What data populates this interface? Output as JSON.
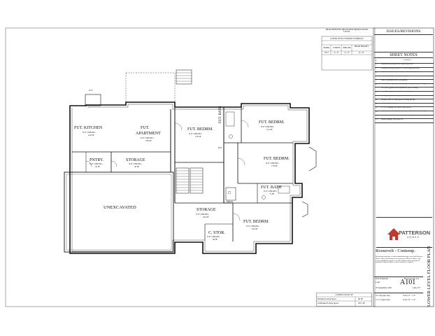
{
  "window_schedule": {
    "note": "HEAD HEIGHTS MEASURED FROM LOWER LEVEL",
    "title": "LOWER LEVEL WINDOW SCHEDULE",
    "headers": [
      "MARK",
      "WIDTH",
      "HEIGHT",
      "HEAD HEIGHT"
    ],
    "row": [
      "W17",
      "4' - 0\"",
      "3' - 0\"",
      "8' - 0\""
    ]
  },
  "rooms": {
    "kitchen": "FUT. KITCHEN",
    "kitchen_ceiling": "9'-0\" CEILING",
    "kitchen_area": "129 SF",
    "apartment_1": "FUT.",
    "apartment_2": "APARTMENT",
    "apartment_ceiling": "9'-0\" CEILING",
    "apartment_area": "378 SF",
    "pantry": "PNTRY.",
    "pantry_ceiling": "9'-0\" CEILING",
    "pantry_area": "32 SF",
    "storage_apt": "STORAGE",
    "storage_apt_ceiling": "9'-0\" CEILING",
    "storage_apt_area": "42 SF",
    "bedroom_a": "FUT. BEDRM.",
    "bedroom_a_ceiling": "9'-0\" CEILING",
    "bedroom_a_area": "159 SF",
    "bath_a": "FUT. BATH",
    "bedroom_b": "FUT. BEDRM.",
    "bedroom_b_ceiling": "9'-0\" CEILING",
    "bedroom_b_area": "155 SF",
    "bedroom_c": "FUT. BEDRM.",
    "bedroom_c_ceiling": "9'-0\" CEILING",
    "bedroom_c_area": "178 SF",
    "bath_b": "FUT. BATH",
    "bath_b_ceiling": "9'-0\" CEILING",
    "bath_b_area": "71 SF",
    "unexcavated": "UNEXCAVATED",
    "storage_main": "STORAGE",
    "storage_main_ceiling": "9'-0\" CEILING",
    "storage_main_area": "244 SF",
    "bedroom_d": "FUT. BEDRM.",
    "bedroom_d_ceiling": "9'-0\" CEILING",
    "bedroom_d_area": "164 SF",
    "cold_storage": "C. STOR.",
    "cold_storage_ceiling": "9'-0\" CEILING",
    "cold_storage_area": "36 SF",
    "mech": "MECH",
    "mark_w17": "W17",
    "mark_e": "E23"
  },
  "area_summary": {
    "title": "LOWER LEVEL SF",
    "rows": [
      {
        "label": "Finished Living Space",
        "value": "00 SF"
      },
      {
        "label": "Unfinished Living Space",
        "value": "2017 SF"
      }
    ]
  },
  "title_block": {
    "issues_title": "ISSUES/REVISIONS",
    "sheet_notes_title": "SHEET NOTES",
    "notes_header": [
      "#",
      "Comments"
    ],
    "notes": [
      {
        "n": "1",
        "t": "Structure verification as to top/R as per IRC"
      },
      {
        "n": "2",
        "t": "Weatherproofing threshold to code storage and walls"
      },
      {
        "n": "3",
        "t": "Smoke alarms are req'd for interconnection as per IRC"
      },
      {
        "n": "4",
        "t": "Ventilation as per code fine as required"
      },
      {
        "n": "5",
        "t": "Line of pavement above as required"
      },
      {
        "n": "6",
        "t": "A handrail is req'd from the landing to top step on the ceiling"
      },
      {
        "n": "7",
        "t": "3/4\" min. gypsum board required at wall or ceiling"
      },
      {
        "n": "8",
        "t": "5/8\" type 'X' gyp. bd. under stairs as per IRC"
      },
      {
        "n": "9",
        "t": "Ceiling heights vary top of soffit shown"
      },
      {
        "n": "10",
        "t": "Window wells w/ metal grate covering per IRC"
      },
      {
        "n": "11",
        "t": "Line of structure above"
      },
      {
        "n": "12",
        "t": "4\" or 6\" drainage tie. Install as per below"
      },
      {
        "n": "13",
        "t": "Install floor drain as per builder specification for stub-in slope"
      },
      {
        "n": "14",
        "t": "Flex wall to core lower DWAC, plumbing, or electrical as required"
      },
      {
        "n": "15",
        "t": "Egress opening. Trim also 9'-0\""
      }
    ],
    "company": "PATTERSON",
    "company_sub": "HOMES",
    "sheet_label": "LOWER LEVEL FLOOR PLAN",
    "project_name": "Roosevelt - Contemp.",
    "disclaimer": "Refinements must have a written authorization agreement with Patterson Homes. Plans and drawings are the property of Patterson Homes. Any reuse or distribution in part or in whole without written permission is prohibited. Patterson Homes is not an architect or engineer.",
    "plan_number_label": "Plan Number#:",
    "lot_label": "Lot#:",
    "location": "Brook Creek, Lot",
    "city": "Lehi, UT",
    "date": "25 September 2021",
    "sheet_number": "A101",
    "scale_rows": [
      {
        "paper": "24 x 36 (paper size)",
        "scale": "Scale 1/4\" = 1'-0\""
      },
      {
        "paper": "11 x 17 (paper size)",
        "scale": "Scale 1/8\" = 1'-0\""
      }
    ]
  },
  "colors": {
    "line": "#111111",
    "light_line": "#888888",
    "brand_red": "#c0392b",
    "brand_gray": "#555555"
  }
}
